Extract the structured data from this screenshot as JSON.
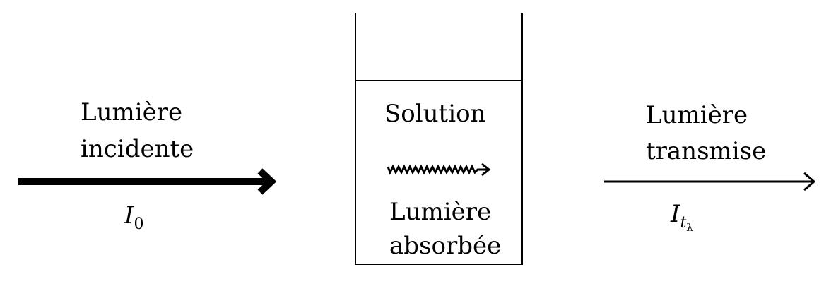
{
  "incident": {
    "line1": "Lumière",
    "line2": "incidente",
    "symbol": "I",
    "subscript": "0"
  },
  "cuvette": {
    "solution_label": "Solution",
    "absorbed_line1": "Lumière",
    "absorbed_line2": "absorbée"
  },
  "transmitted": {
    "line1": "Lumière",
    "line2": "transmise",
    "symbol": "I",
    "subscript": "t",
    "sub_subscript": "λ"
  },
  "colors": {
    "ink": "#000000",
    "background": "#ffffff"
  }
}
